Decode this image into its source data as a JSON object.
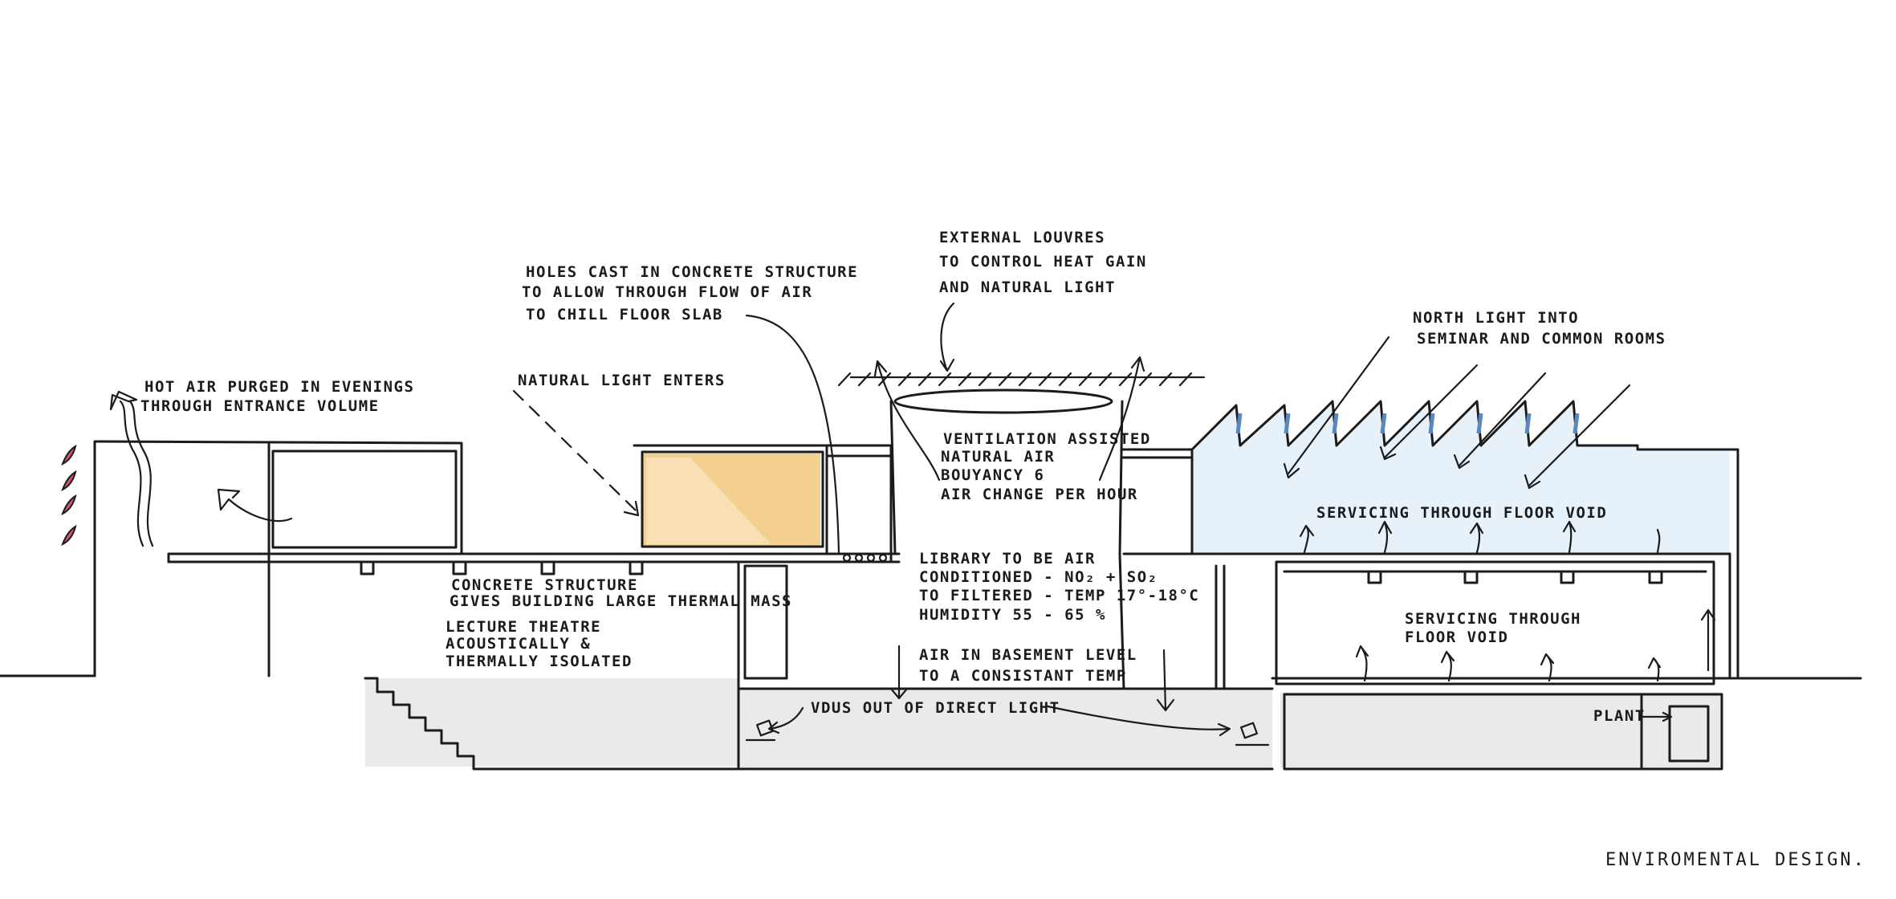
{
  "labels": {
    "hot_air": [
      "Hot air purged in evenings",
      "through entrance volume"
    ],
    "natural_light": "Natural light enters",
    "holes_cast": [
      "Holes cast in concrete structure",
      "to allow through flow of air",
      "to chill floor slab"
    ],
    "external_louvres": [
      "External louvres",
      "to control heat gain",
      "and natural light"
    ],
    "north_light": [
      "North light into",
      "seminar and common rooms"
    ],
    "ventilation": [
      "Ventilation assisted",
      "natural air",
      "Bouyancy 6",
      "air change per hour"
    ],
    "servicing_top": "Servicing through floor void",
    "servicing_lower": [
      "Servicing through",
      "floor void"
    ],
    "library": [
      "Library to be air",
      "conditioned - NO₂ + SO₂",
      "to filtered - Temp 17°-18°C",
      "Humidity 55 - 65 %"
    ],
    "concrete": [
      "Concrete structure",
      "gives building large thermal mass"
    ],
    "lecture": [
      "Lecture theatre",
      "acoustically &",
      "thermally isolated"
    ],
    "basement": [
      "Air in basement level",
      "to a consistant temp"
    ],
    "vdus": "VDUs out of direct light",
    "plant": "Plant",
    "title": "Enviromental Design."
  },
  "colors": {
    "ink": "#1b1b1b",
    "ground_fill": "#ebe9ea",
    "light_fill": "#f3d08e",
    "light_highlight": "#f8e0b4",
    "sky_fill": "#e6f1fa",
    "glazing": "#5b86c0",
    "heat_marks": "#d0566a"
  }
}
